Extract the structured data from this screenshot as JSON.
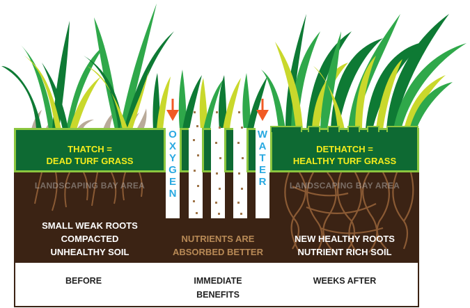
{
  "colors": {
    "soil": "#3b2314",
    "turf_dark": "#0e6a33",
    "turf_border": "#8cc63f",
    "label_yellow": "#f5ec1c",
    "label_blue": "#29a9e1",
    "arrow_orange": "#f15a24",
    "nutrient_tan": "#b88a56"
  },
  "before": {
    "turf_label_line1": "THATCH =",
    "turf_label_line2": "DEAD TURF GRASS",
    "watermark": "LANDSCAPING BAY AREA",
    "soil_line1": "SMALL WEAK ROOTS",
    "soil_line2": "COMPACTED",
    "soil_line3": "UNHEALTHY SOIL",
    "caption": "BEFORE"
  },
  "middle": {
    "oxygen_letters": [
      "O",
      "X",
      "Y",
      "G",
      "E",
      "N"
    ],
    "water_letters": [
      "W",
      "A",
      "T",
      "E",
      "R"
    ],
    "soil_line1": "NUTRIENTS ARE",
    "soil_line2": "ABSORBED BETTER",
    "caption_line1": "IMMEDIATE",
    "caption_line2": "BENEFITS",
    "arrow_icon": "down-arrow"
  },
  "after": {
    "turf_label_line1": "DETHATCH =",
    "turf_label_line2": "HEALTHY TURF GRASS",
    "watermark": "LANDSCAPING BAY AREA",
    "soil_line1": "NEW HEALTHY ROOTS",
    "soil_line2": "NUTRIENT RICH SOIL",
    "caption": "WEEKS AFTER"
  }
}
